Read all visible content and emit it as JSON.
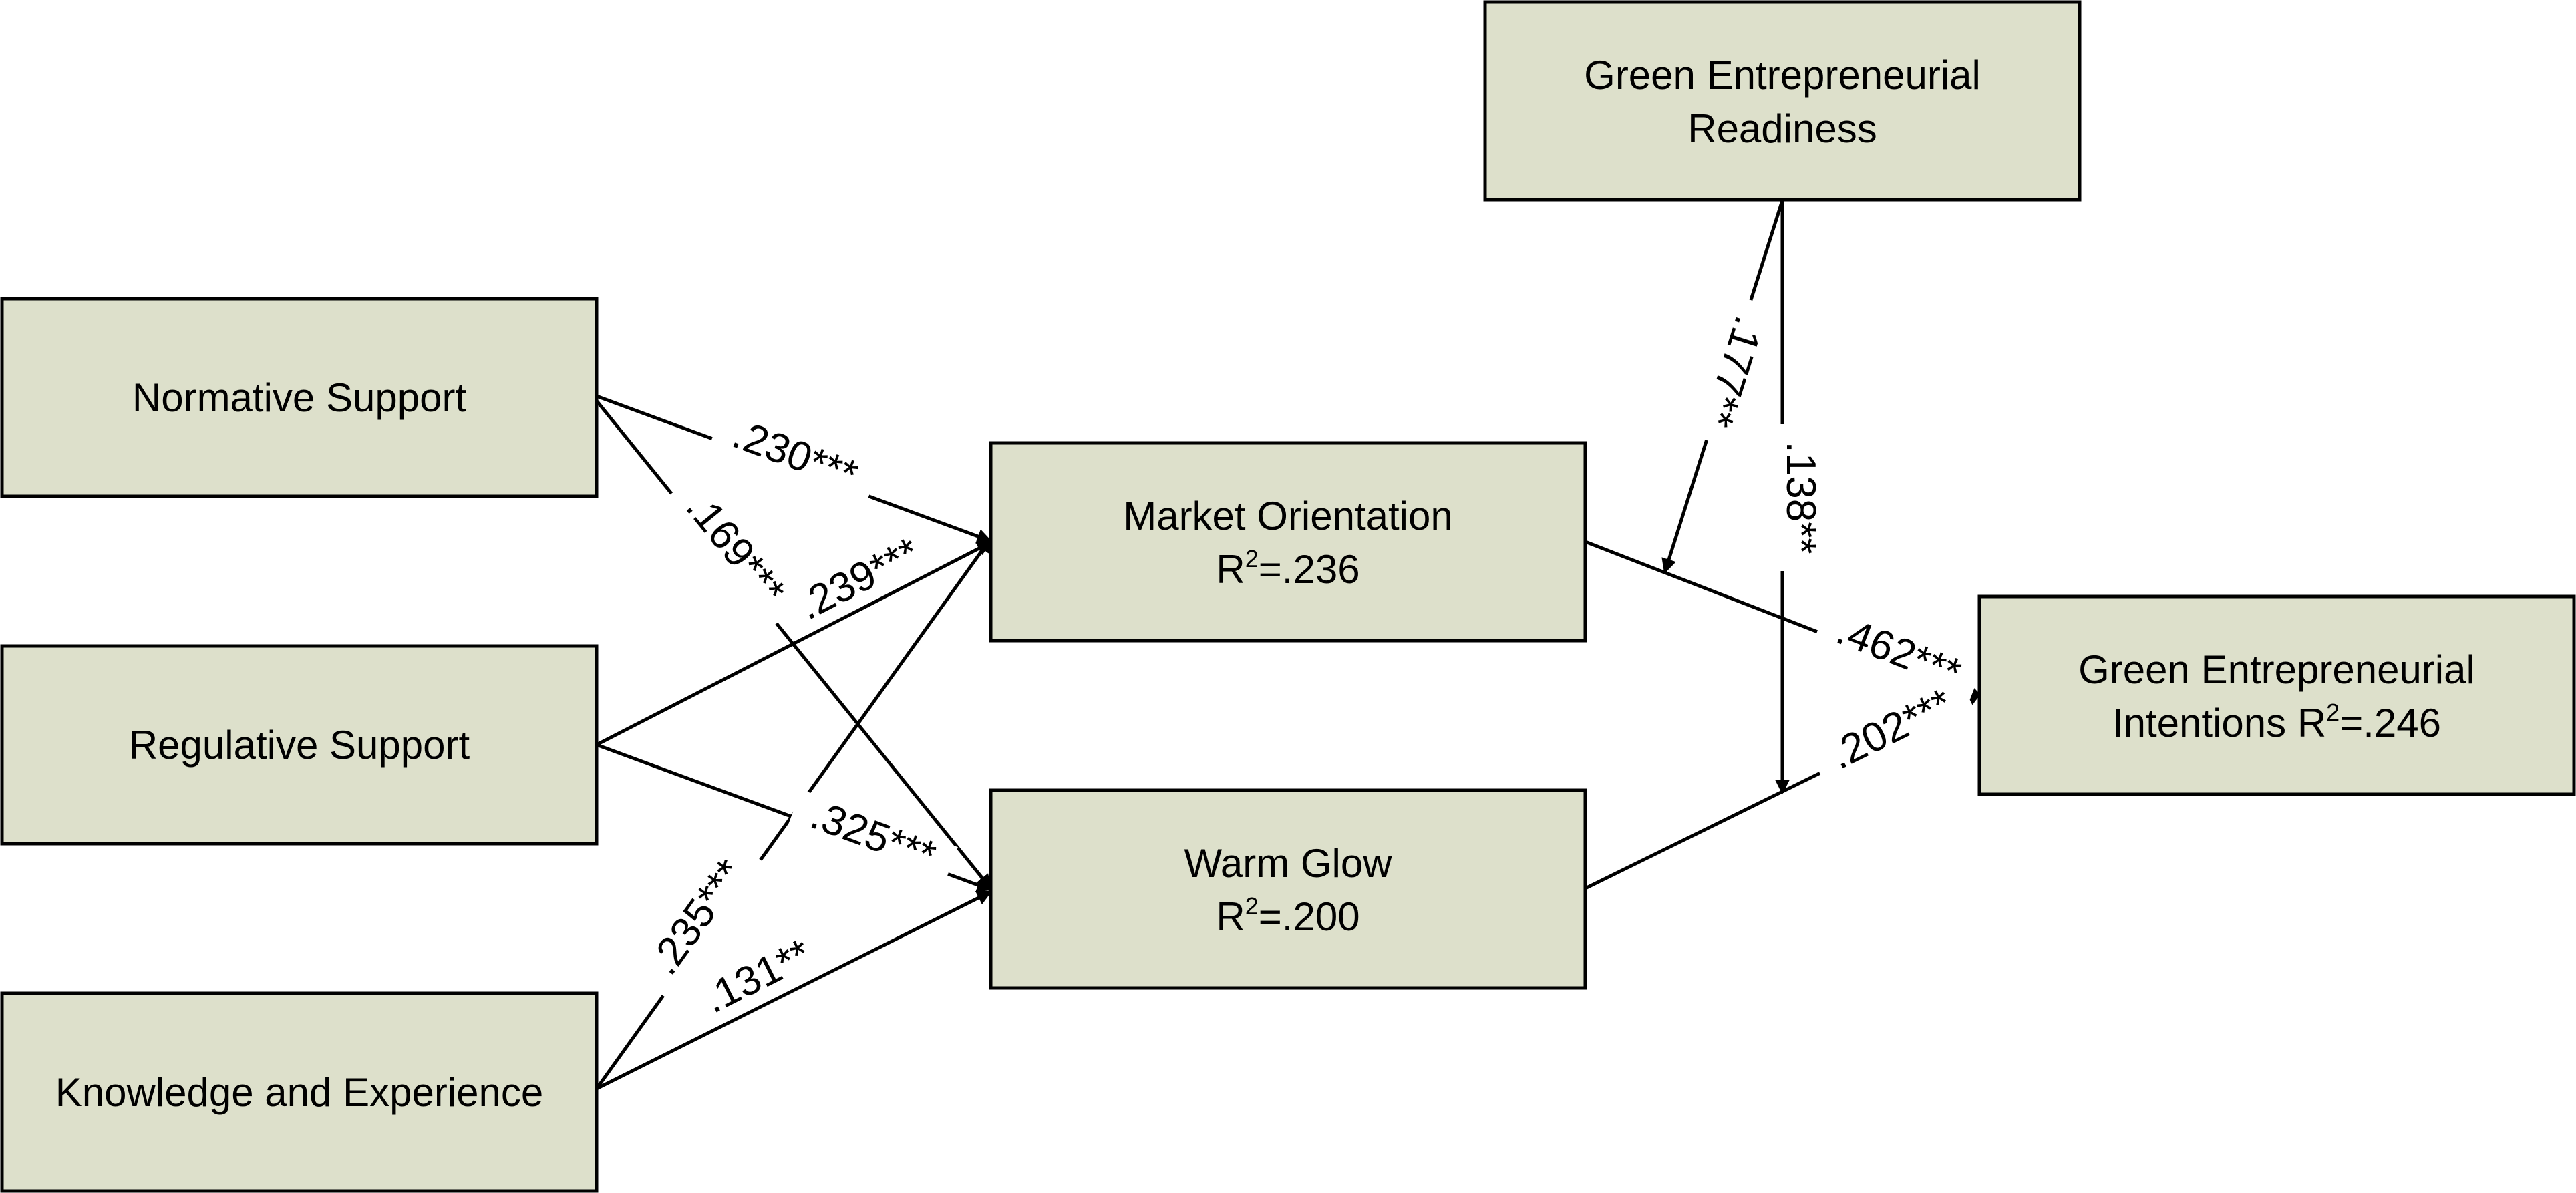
{
  "nodes": {
    "normative": {
      "line1": "Normative Support"
    },
    "regulative": {
      "line1": "Regulative Support"
    },
    "knowledge": {
      "line1": "Knowledge and Experience"
    },
    "market": {
      "line1": "Market Orientation",
      "r2_prefix": "R",
      "r2_sup": "2",
      "r2_value": "=.236"
    },
    "warm": {
      "line1": "Warm Glow",
      "r2_prefix": "R",
      "r2_sup": "2",
      "r2_value": "=.200"
    },
    "readiness": {
      "line1": "Green Entrepreneurial",
      "line2": "Readiness"
    },
    "intentions": {
      "line1": "Green Entrepreneurial",
      "line2_prefix": "Intentions R",
      "r2_sup": "2",
      "r2_value": "=.246"
    }
  },
  "paths": {
    "normative_to_market": ".230***",
    "normative_to_warm": ".169***",
    "regulative_to_market": ".239***",
    "regulative_to_warm": ".325***",
    "knowledge_to_market": ".235***",
    "knowledge_to_warm": ".131**",
    "market_to_intentions": ".462***",
    "warm_to_intentions": ".202***",
    "readiness_moderates_market": ".177**",
    "readiness_moderates_warm": ".138**"
  },
  "colors": {
    "box_fill": "#dde0cb",
    "stroke": "#000000"
  }
}
